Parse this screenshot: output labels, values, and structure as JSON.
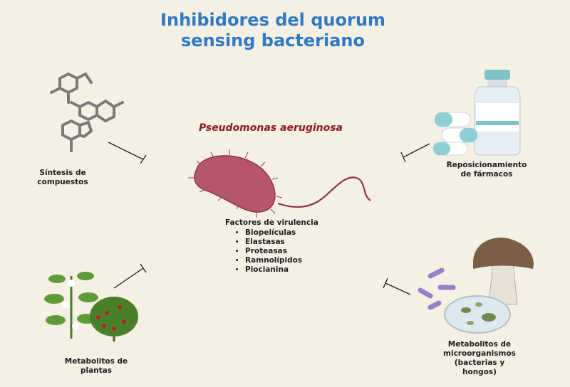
{
  "title": "Inhibidores del quorum sensing bacteriano",
  "organism": "Pseudomonas aeruginosa",
  "virulence": {
    "heading": "Factores de virulencia",
    "items": [
      "Biopelículas",
      "Elastasas",
      "Proteasas",
      "Ramnolípidos",
      "Piocianina"
    ]
  },
  "inhibitors": {
    "synthesis": {
      "line1": "Síntesis de",
      "line2": "compuestos"
    },
    "drugs": {
      "line1": "Reposicionamiento",
      "line2": "de fármacos"
    },
    "plants": {
      "line1": "Metabolitos de",
      "line2": "plantas"
    },
    "microbes": {
      "line1": "Metabolitos de",
      "line2": "microorganismos",
      "line3": "(bacterias y",
      "line4": "hongos)"
    }
  },
  "colors": {
    "title": "#2f79c4",
    "organism": "#8b1a1a",
    "bacterium": "#b5566b",
    "background": "#f4f0e4"
  }
}
